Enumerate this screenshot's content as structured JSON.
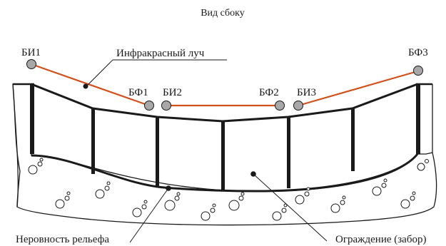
{
  "title": "Вид сбоку",
  "sensors": {
    "bi1": "БИ1",
    "bf1": "БФ1",
    "bi2": "БИ2",
    "bf2": "БФ2",
    "bi3": "БИ3",
    "bf3": "БФ3"
  },
  "annotations": {
    "infrared_beam": "Инфракрасный луч",
    "terrain_unevenness": "Неровность рельефа",
    "fence": "Ограждение (забор)"
  },
  "colors": {
    "beam": "#d2501a",
    "sensor": "#a8a8a8",
    "line": "#1a1a1a"
  }
}
